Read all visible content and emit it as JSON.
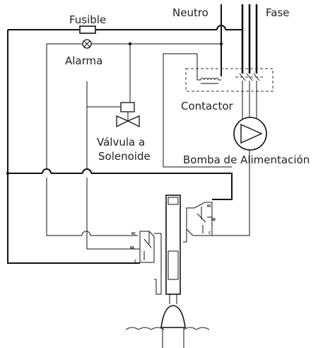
{
  "labels": {
    "neutro": "Neutro",
    "fase": "Fase",
    "fusible": "Fusible",
    "alarma": "Alarma",
    "valvula_line1": "Válvula a",
    "valvula_line2": "Solenoide",
    "contactor": "Contactor",
    "bomba": "Bomba de Alimentación"
  },
  "switch_terminals": {
    "lower": [
      "NC",
      "NA",
      "C"
    ],
    "upper": [
      "NC",
      "NA",
      "C"
    ]
  },
  "colors": {
    "line": "#111111",
    "text": "#222222",
    "background": "#ffffff"
  }
}
